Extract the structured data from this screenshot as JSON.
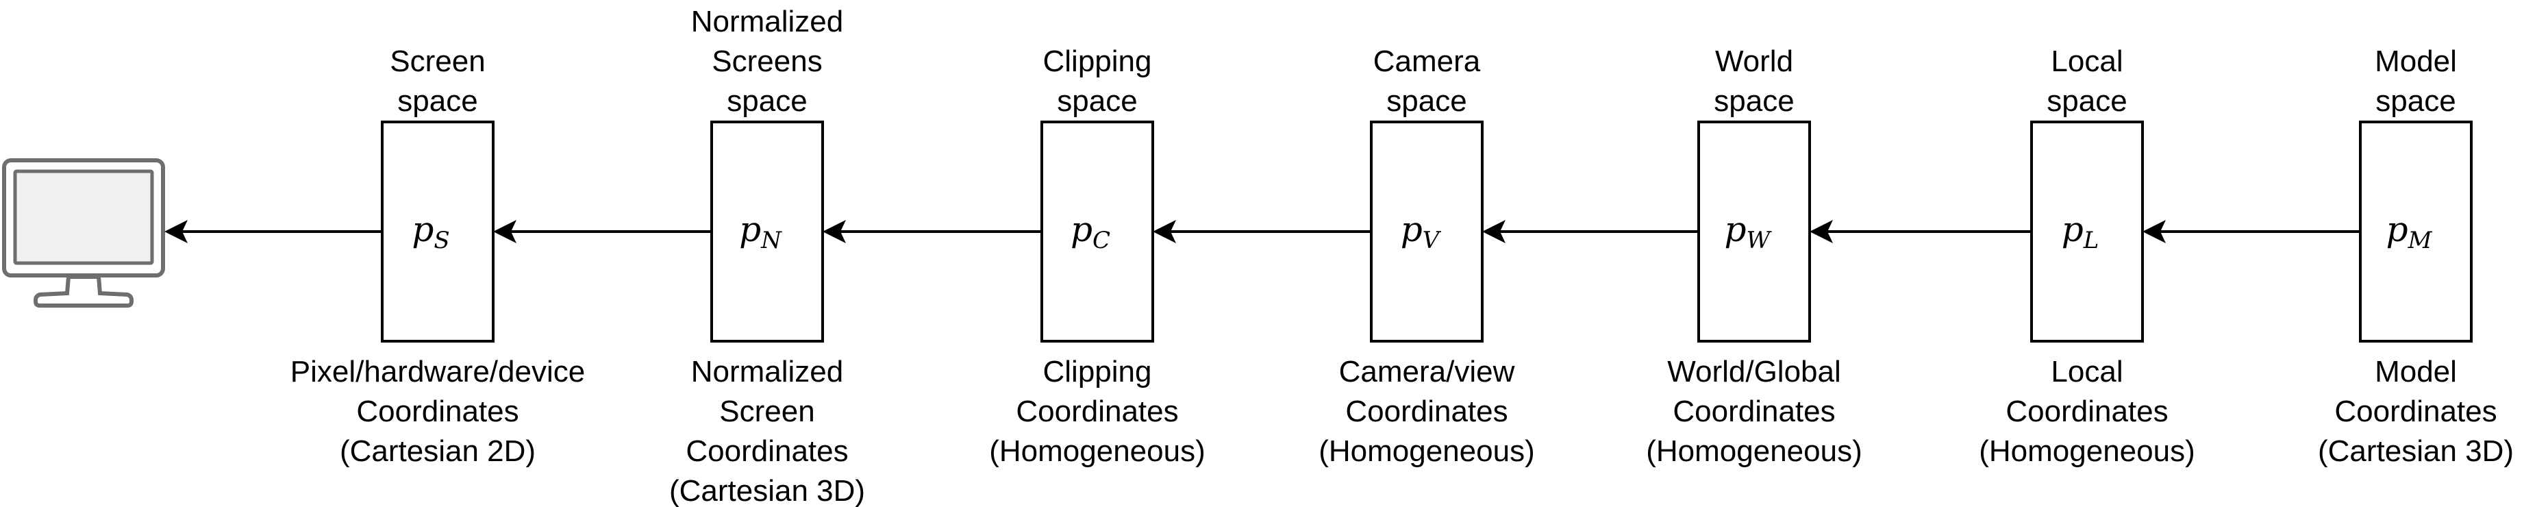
{
  "stages": [
    {
      "symbol": "p",
      "subscript": "S",
      "top_label": [
        "Screen",
        "space"
      ],
      "bottom_label": [
        "Pixel/hardware/device",
        "Coordinates",
        "(Cartesian 2D)"
      ]
    },
    {
      "symbol": "p",
      "subscript": "N",
      "top_label": [
        "Normalized",
        "Screens",
        "space"
      ],
      "bottom_label": [
        "Normalized",
        "Screen",
        "Coordinates",
        "(Cartesian 3D)"
      ]
    },
    {
      "symbol": "p",
      "subscript": "C",
      "top_label": [
        "Clipping",
        "space"
      ],
      "bottom_label": [
        "Clipping",
        "Coordinates",
        "(Homogeneous)"
      ]
    },
    {
      "symbol": "p",
      "subscript": "V",
      "top_label": [
        "Camera",
        "space"
      ],
      "bottom_label": [
        "Camera/view",
        "Coordinates",
        "(Homogeneous)"
      ]
    },
    {
      "symbol": "p",
      "subscript": "W",
      "top_label": [
        "World",
        "space"
      ],
      "bottom_label": [
        "World/Global",
        "Coordinates",
        "(Homogeneous)"
      ]
    },
    {
      "symbol": "p",
      "subscript": "L",
      "top_label": [
        "Local",
        "space"
      ],
      "bottom_label": [
        "Local",
        "Coordinates",
        "(Homogeneous)"
      ]
    },
    {
      "symbol": "p",
      "subscript": "M",
      "top_label": [
        "Model",
        "space"
      ],
      "bottom_label": [
        "Model",
        "Coordinates",
        "(Cartesian 3D)"
      ]
    }
  ],
  "display_icon": "monitor-icon"
}
